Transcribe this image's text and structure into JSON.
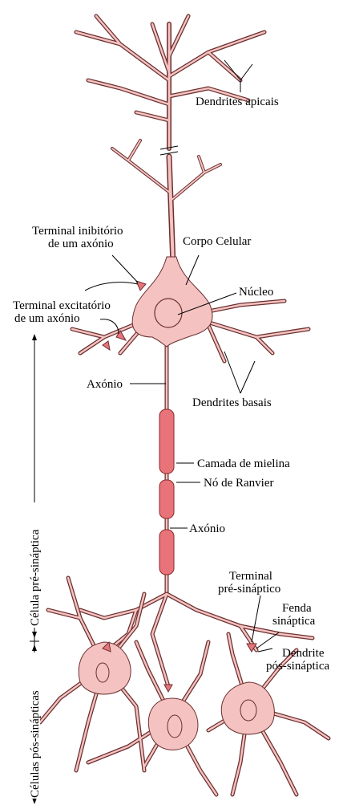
{
  "labels": {
    "dendrites_apicais": "Dendrites apicais",
    "terminal_inibitorio_1": "Terminal inibitório",
    "terminal_inibitorio_2": "de um axónio",
    "corpo_celular": "Corpo Celular",
    "nucleo": "Núcleo",
    "terminal_excitatorio_1": "Terminal excitatório",
    "terminal_excitatorio_2": "de um axónio",
    "axonio_1": "Axónio",
    "dendrites_basais": "Dendrites basais",
    "camada_mielina": "Camada de mielina",
    "no_ranvier": "Nó de Ranvier",
    "axonio_2": "Axónio",
    "terminal_pre_1": "Terminal",
    "terminal_pre_2": "pré-sináptico",
    "fenda_1": "Fenda",
    "fenda_2": "sináptica",
    "dendrite_pos_1": "Dendrite",
    "dendrite_pos_2": "pós-sináptica"
  },
  "side_labels": {
    "presinaptica": "Célula pré-sináptica",
    "possinapticas": "Células pós-sinápticas"
  },
  "colors": {
    "cell_fill": "#f4c2c0",
    "cell_outline": "#6b2f2f",
    "myelin": "#e8747a"
  }
}
